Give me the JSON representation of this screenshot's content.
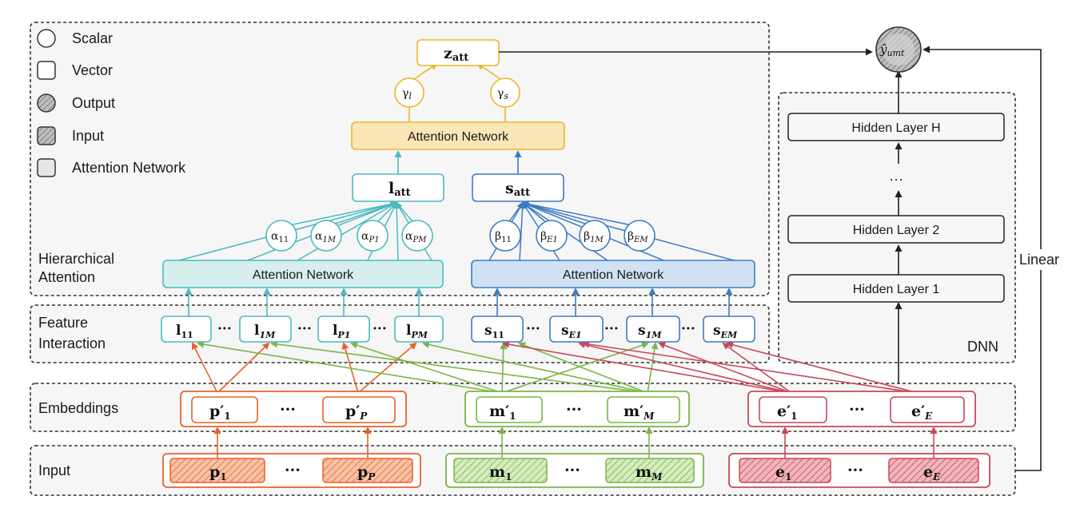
{
  "legend": {
    "scalar": "Scalar",
    "vector": "Vector",
    "output": "Output",
    "input": "Input",
    "attention_network": "Attention Network"
  },
  "regions": {
    "hierarchical_attention": [
      "Hierarchical",
      "Attention"
    ],
    "feature_interaction": [
      "Feature",
      "Interaction"
    ],
    "embeddings": "Embeddings",
    "input": "Input",
    "dnn": "DNN"
  },
  "top": {
    "z_att": "z",
    "z_att_sub": "att",
    "gamma_l": "γ",
    "gamma_l_sub": "l",
    "gamma_s": "γ",
    "gamma_s_sub": "s",
    "attention_top": "Attention Network",
    "output_node": "ŷ",
    "output_sub": "umt"
  },
  "left_branch": {
    "l_att": "l",
    "l_att_sub": "att",
    "alphas": [
      {
        "base": "α",
        "sub": "11"
      },
      {
        "base": "α",
        "sub": "1M"
      },
      {
        "base": "α",
        "sub": "P1"
      },
      {
        "base": "α",
        "sub": "PM"
      }
    ],
    "attention": "Attention Network",
    "features": [
      {
        "base": "l",
        "sub": "11"
      },
      {
        "base": "l",
        "sub": "1M"
      },
      {
        "base": "l",
        "sub": "P1"
      },
      {
        "base": "l",
        "sub": "PM"
      }
    ]
  },
  "right_branch": {
    "s_att": "s",
    "s_att_sub": "att",
    "betas": [
      {
        "base": "β",
        "sub": "11"
      },
      {
        "base": "β",
        "sub": "E1"
      },
      {
        "base": "β",
        "sub": "1M"
      },
      {
        "base": "β",
        "sub": "EM"
      }
    ],
    "attention": "Attention Network",
    "features": [
      {
        "base": "s",
        "sub": "11"
      },
      {
        "base": "s",
        "sub": "E1"
      },
      {
        "base": "s",
        "sub": "1M"
      },
      {
        "base": "s",
        "sub": "EM"
      }
    ]
  },
  "dots": "···",
  "vdots": "⋮",
  "embeddings": {
    "p": [
      {
        "base": "p′",
        "sub": "1"
      },
      {
        "base": "p′",
        "sub": "P"
      }
    ],
    "m": [
      {
        "base": "m′",
        "sub": "1"
      },
      {
        "base": "m′",
        "sub": "M"
      }
    ],
    "e": [
      {
        "base": "e′",
        "sub": "1"
      },
      {
        "base": "e′",
        "sub": "E"
      }
    ]
  },
  "inputs": {
    "p": [
      {
        "base": "p",
        "sub": "1"
      },
      {
        "base": "p",
        "sub": "P"
      }
    ],
    "m": [
      {
        "base": "m",
        "sub": "1"
      },
      {
        "base": "m",
        "sub": "M"
      }
    ],
    "e": [
      {
        "base": "e",
        "sub": "1"
      },
      {
        "base": "e",
        "sub": "E"
      }
    ]
  },
  "dnn": {
    "hidden_h": "Hidden Layer H",
    "hidden_2": "Hidden Layer 2",
    "hidden_1": "Hidden Layer 1",
    "linear": "Linear"
  },
  "colors": {
    "orange": "#e8632a",
    "green": "#7ab648",
    "red": "#c8485a",
    "teal": "#4bbac0",
    "blue": "#3d7cc4",
    "gold": "#f0b429",
    "dark": "#222222"
  }
}
